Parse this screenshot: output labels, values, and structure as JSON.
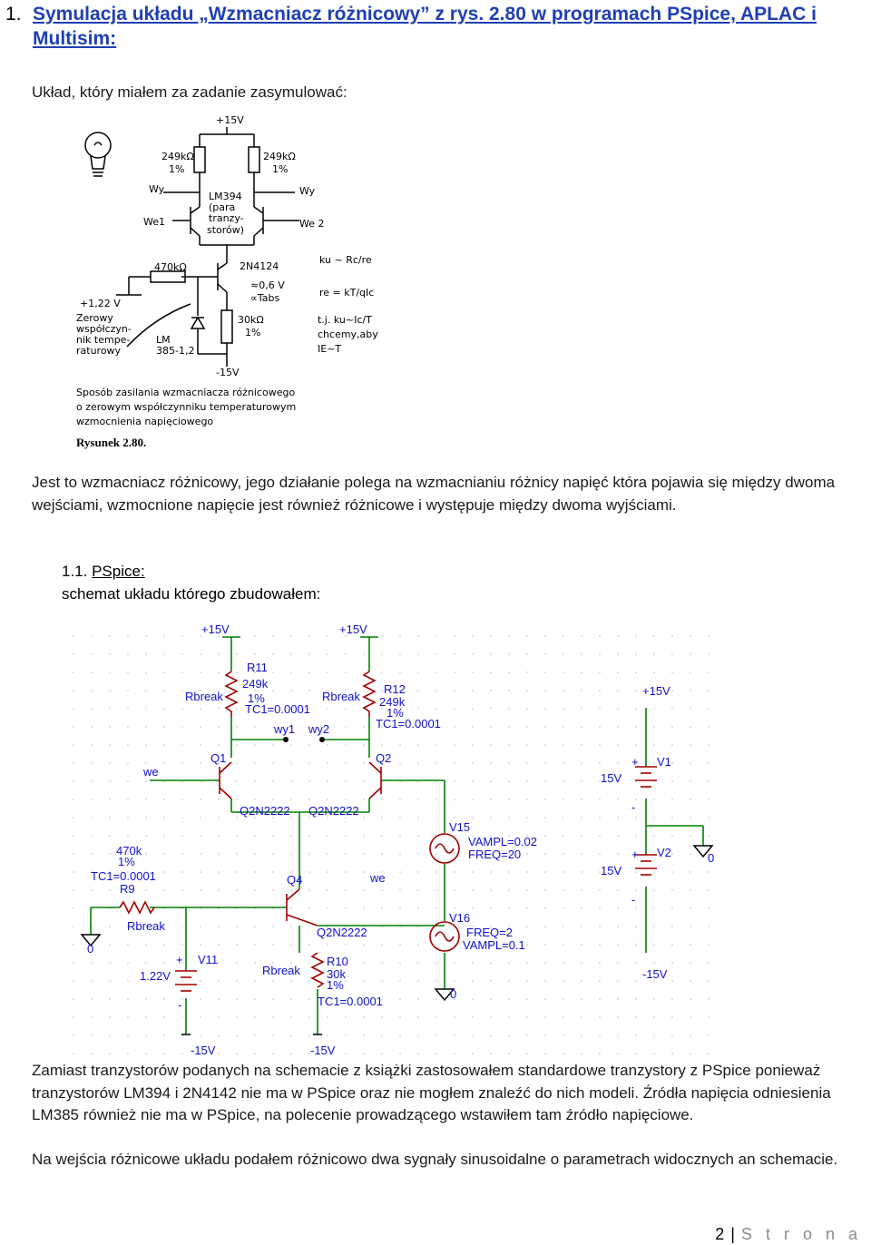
{
  "heading": {
    "number": "1.",
    "line1": "Symulacja układu „Wzmacniacz różnicowy” z rys. 2.80 w programach PSpice, APLAC i",
    "line2": "Multisim:"
  },
  "intro": "Układ, który miałem za zadanie zasymulować:",
  "figure1": {
    "labels": {
      "vplus": "+15V",
      "r_left": "249kΩ",
      "r_left_tol": "1%",
      "r_right": "249kΩ",
      "r_right_tol": "1%",
      "wy_left": "Wy",
      "wy_right": "Wy",
      "we1": "We1",
      "we2": "We 2",
      "lm394_1": "LM394",
      "lm394_2": "(para",
      "lm394_3": "tranzy-",
      "lm394_4": "storów)",
      "r470": "470kΩ",
      "q2n": "2N4124",
      "v122": "+1,22 V",
      "zero1": "Zerowy",
      "zero2": "współczyn-",
      "zero3": "nik tempe-",
      "zero4": "raturowy",
      "lm385a": "LM",
      "lm385b": "385-1,2",
      "v06": "≈0,6 V",
      "tabs": "∝Tabs",
      "r30": "30kΩ",
      "r30_tol": "1%",
      "vminus": "-15V",
      "ku": "ku ~ Rc/re",
      "re": "re = kT/qIc",
      "tj": "t.j. ku~Ic/T",
      "chc": "chcemy,aby",
      "ie": "IE~T",
      "caption1": "Sposób zasilania wzmacniacza różnicowego",
      "caption2": "o zerowym współczynniku temperaturowym",
      "caption3": "wzmocnienia napięciowego",
      "fig": "Rysunek 2.80."
    }
  },
  "para1": "Jest to wzmacniacz różnicowy, jego działanie polega na wzmacnianiu różnicy napięć która pojawia się między dwoma wejściami, wzmocnione napięcie jest również różnicowe i występuje między dwoma wyjściami.",
  "section": {
    "number": "1.1.",
    "title": "PSpice:",
    "subtitle": "schemat układu którego zbudowałem:"
  },
  "figure2": {
    "labels": {
      "vcc1": "+15V",
      "vcc2": "+15V",
      "vcc3": "+15V",
      "r11": "R11",
      "r11v": "249k",
      "r11t": "1%",
      "r11tc": "TC1=0.0001",
      "rbreak1": "Rbreak",
      "rbreak2": "Rbreak",
      "r12": "R12",
      "r12v": "249k",
      "r12t": "1%",
      "r12tc": "TC1=0.0001",
      "wy1": "wy1",
      "wy2": "wy2",
      "q1": "Q1",
      "q2": "Q2",
      "we": "we",
      "we2": "we",
      "q1m": "Q2N2222",
      "q2m": "Q2N2222",
      "v1": "V1",
      "v1v": "15V",
      "v2": "V2",
      "v2v": "15V",
      "v15": "V15",
      "v15a": "VAMPL=0.02",
      "v15f": "FREQ=20",
      "r470": "470k",
      "r470t": "1%",
      "r470tc": "TC1=0.0001",
      "r9": "R9",
      "rbreak3": "Rbreak",
      "q4": "Q4",
      "q4m": "Q2N2222",
      "v16": "V16",
      "v16f": "FREQ=2",
      "v16a": "VAMPL=0.1",
      "v11": "V11",
      "v11v": "1.22V",
      "rbreak4": "Rbreak",
      "r10": "R10",
      "r10v": "30k",
      "r10t": "1%",
      "r10tc": "TC1=0.0001",
      "gnd0a": "0",
      "gnd0b": "0",
      "gnd0c": "0",
      "vee1": "-15V",
      "vee2": "-15V",
      "vee3": "-15V",
      "plus": "+",
      "minus": "-"
    }
  },
  "para2": "Zamiast tranzystorów podanych na schemacie z książki zastosowałem standardowe tranzystory z PSpice ponieważ tranzystorów LM394 i 2N4142 nie ma w PSpice oraz nie mogłem znaleźć do nich modeli. Źródła napięcia odniesienia LM385 również nie ma w PSpice, na polecenie prowadzącego wstawiłem tam źródło napięciowe.",
  "para3": "Na wejścia różnicowe układu podałem różnicowo dwa sygnały sinusoidalne o parametrach widocznych an schemacie.",
  "footer": {
    "page": "2",
    "sep": "|",
    "word": "S t r o n a"
  }
}
